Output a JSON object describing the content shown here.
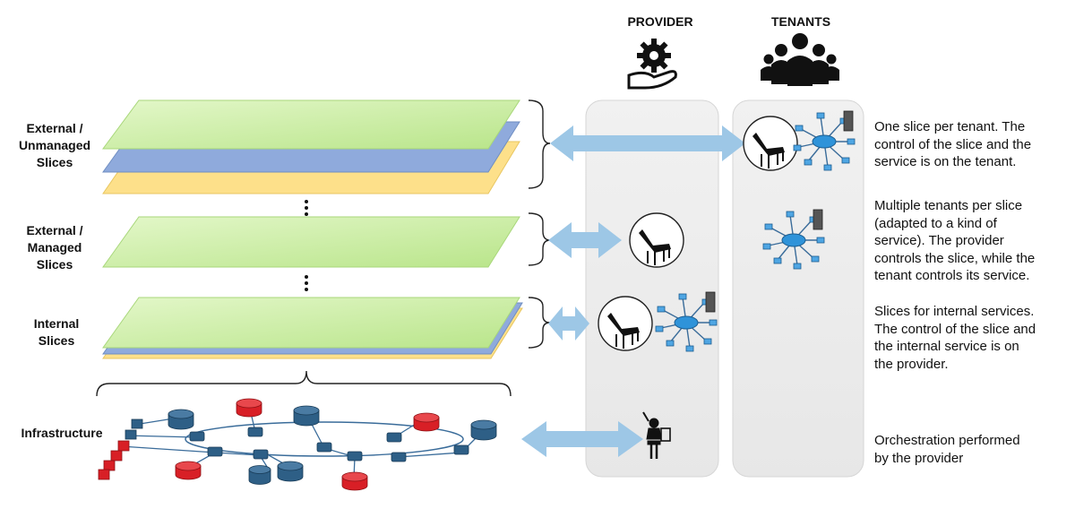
{
  "columns": {
    "provider": "PROVIDER",
    "tenants": "TENANTS"
  },
  "rows": {
    "external_unmanaged": [
      "External /",
      "Unmanaged",
      "Slices"
    ],
    "external_managed": [
      "External /",
      "Managed",
      "Slices"
    ],
    "internal": [
      "Internal",
      "Slices"
    ],
    "infrastructure": "Infrastructure"
  },
  "descriptions": {
    "external_unmanaged": [
      "One slice per tenant. The",
      "control of the slice and the",
      "service is on the tenant."
    ],
    "external_managed": [
      "Multiple tenants per slice",
      "(adapted to a kind of",
      "service). The provider",
      "controls the slice, while the",
      "tenant controls its service."
    ],
    "internal": [
      "Slices for internal services.",
      "The control of the slice and",
      "the internal service is on",
      "the provider."
    ],
    "infrastructure": [
      "Orchestration performed",
      "by the provider"
    ]
  },
  "colors": {
    "slice_green": "#c9eea4",
    "slice_blue": "#8faadc",
    "slice_yellow": "#fde08a",
    "arrow": "#9dc7e6",
    "column_bg": "#eeeeee",
    "node_blue": "#2e5f86",
    "node_red": "#d81f26"
  },
  "icons": {
    "provider": "gear-hand-icon",
    "tenants": "people-group-icon",
    "control": "puppet-hand-icon",
    "service": "network-star-icon",
    "orchestration": "conductor-icon"
  }
}
